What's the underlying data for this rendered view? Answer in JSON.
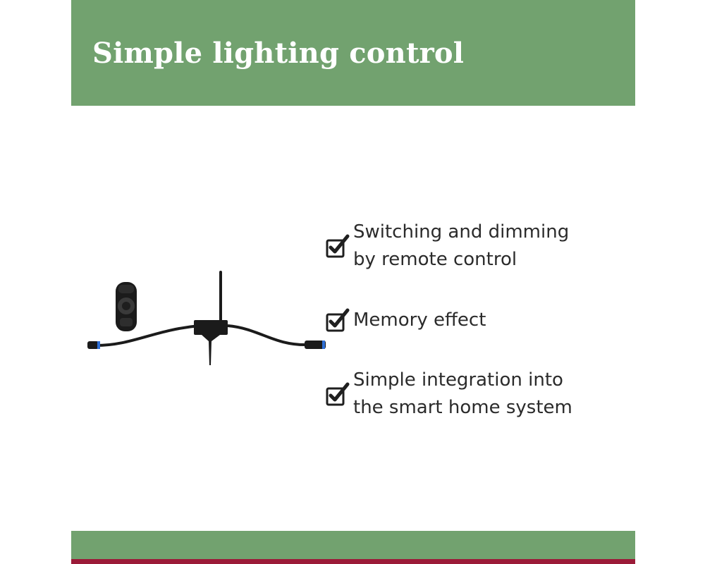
{
  "header": {
    "title": "Simple lighting control"
  },
  "features": [
    {
      "text": "Switching and dimming\nby remote control",
      "icon": "checkbox-checked-icon"
    },
    {
      "text": "Memory effect",
      "icon": "checkbox-checked-icon"
    },
    {
      "text": "Simple integration into\nthe smart home system",
      "icon": "checkbox-checked-icon"
    }
  ],
  "colors": {
    "band": "#72a26f",
    "stripe": "#9b1b38",
    "title_text": "#ffffff",
    "body_text": "#2b2b2b",
    "product_black": "#1b1b1b",
    "connector_blue": "#2f6fd6"
  }
}
